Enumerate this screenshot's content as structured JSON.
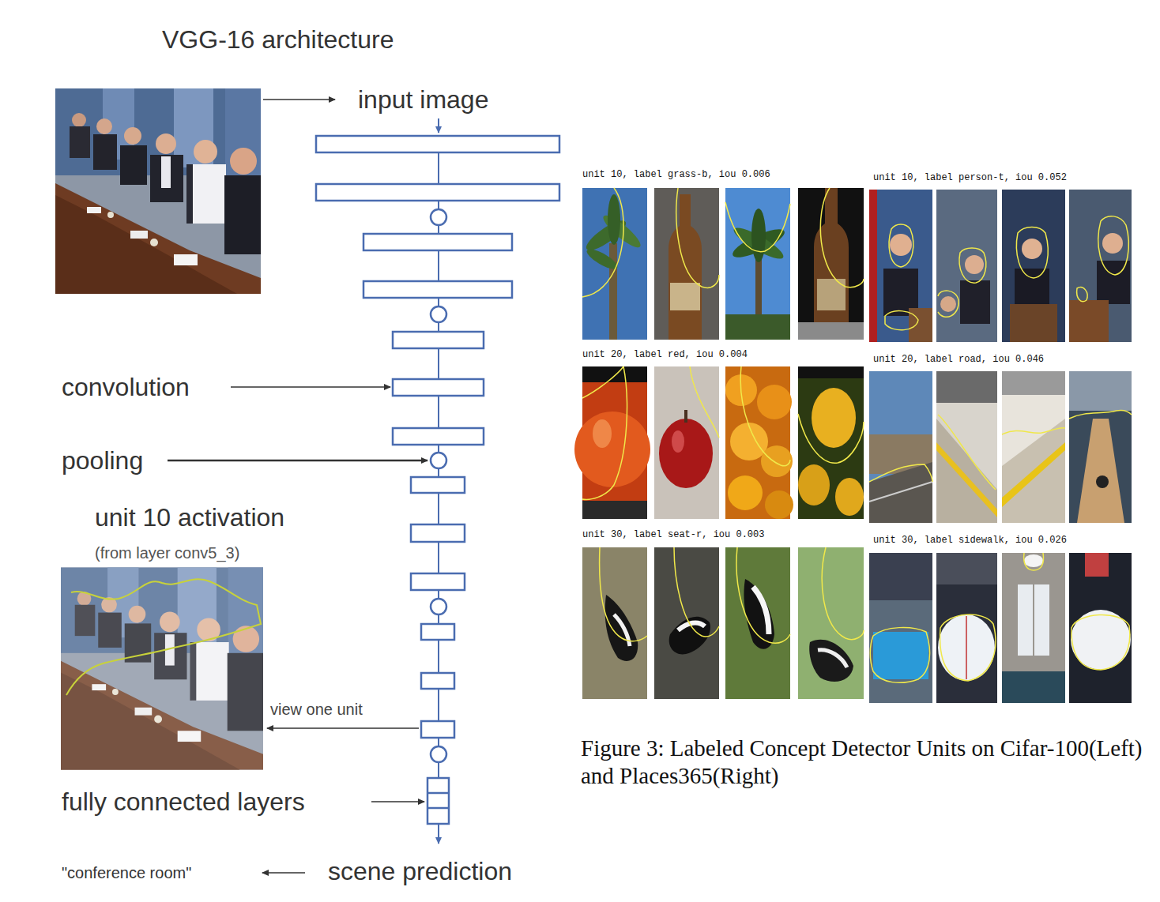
{
  "diagram": {
    "title": "VGG-16 architecture",
    "caption": "Figure 3: Labeled Concept Detector Units on Cifar-100(Left) and Places365(Right)",
    "labels": [
      "input image",
      "convolution",
      "pooling",
      "unit 10 activation",
      "(from layer conv5_3)",
      "view one unit",
      "fully connected layers",
      "\"conference room\"",
      "scene prediction",
      "unit 10, label grass-b, iou 0.006",
      "unit 10, label person-t, iou 0.052",
      "unit 20, label red, iou 0.004",
      "unit 20, label road, iou 0.046",
      "unit 30, label seat-r, iou 0.003",
      "unit 30, label sidewalk, iou 0.026"
    ]
  }
}
